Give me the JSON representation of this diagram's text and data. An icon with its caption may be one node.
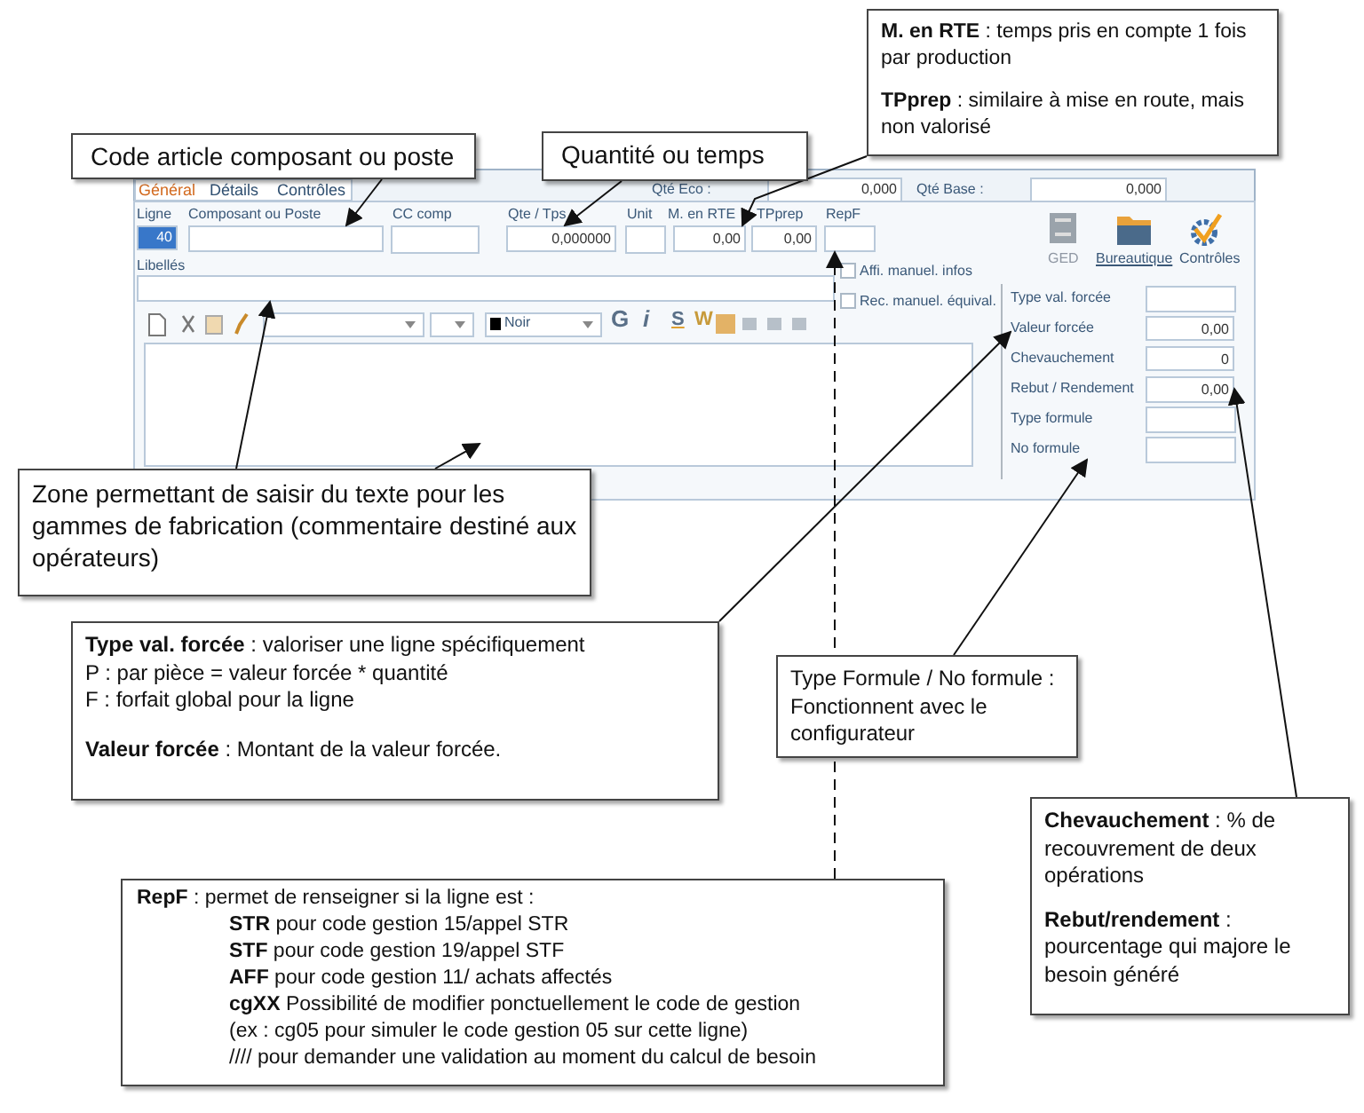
{
  "diagram": {
    "nodes": [
      {
        "text": [
          "Code article composant ou poste"
        ]
      },
      {
        "text": [
          "Quantité ou temps"
        ]
      },
      {
        "text": [
          "**M. en RTE** : temps pris en compte 1 fois par production",
          "**TPprep** : similaire à mise en route, mais non valorisé"
        ]
      },
      {
        "text": [
          "Zone permettant de saisir du texte pour les gammes de fabrication (commentaire destiné aux opérateurs)"
        ]
      },
      {
        "text": [
          "**Type val. forcée** : valoriser une ligne spécifiquement",
          "P : par pièce = valeur forcée * quantité",
          "F : forfait global pour la ligne",
          "**Valeur forcée** : Montant de la valeur forcée."
        ]
      },
      {
        "text": [
          "Type Formule / No formule : Fonctionnent avec le configurateur"
        ]
      },
      {
        "text": [
          "**Chevauchement** : % de recouvrement de deux opérations",
          "**Rebut/rendement** : pourcentage qui majore le besoin généré"
        ]
      },
      {
        "text": [
          "**RepF** : permet de renseigner si la ligne est :",
          "**STR** pour code gestion 15/appel STR",
          "**STF** pour code gestion 19/appel STF",
          "**AFF** pour code gestion 11/ achats affectés",
          "**cgXX** Possibilité de modifier ponctuellement le code de gestion",
          "(ex :  cg05 pour simuler le code gestion 05 sur cette ligne)",
          "//// pour demander une validation au moment du calcul de besoin"
        ]
      },
      {
        "text": [],
        "shape": "box"
      },
      {
        "text": [
          "0,000000"
        ]
      },
      {
        "text": [
          "0,00"
        ]
      },
      {
        "text": [],
        "shape": "box"
      },
      {
        "text": [],
        "shape": "box"
      },
      {
        "text": [
          "Valeur forcée"
        ]
      },
      {
        "text": [
          "No formule"
        ]
      },
      {
        "text": [
          "0,00"
        ]
      },
      {
        "text": [],
        "shape": "box"
      },
      {
        "text": [
          "0,00"
        ]
      },
      {
        "text": [
          "0,00"
        ]
      },
      {
        "text": [
          "0"
        ]
      }
    ],
    "edges": [
      {
        "from": 0,
        "to": 8,
        "arrow": "to"
      },
      {
        "from": 1,
        "to": 9,
        "arrow": "to"
      },
      {
        "from": 2,
        "to": 10,
        "arrow": "to"
      },
      {
        "from": 3,
        "to": 11,
        "arrow": "to"
      },
      {
        "from": 3,
        "to": 12,
        "arrow": "to"
      },
      {
        "from": 4,
        "to": 13,
        "arrow": "to"
      },
      {
        "from": 5,
        "to": 14,
        "arrow": "to"
      },
      {
        "from": 6,
        "to": 15,
        "arrow": "to"
      },
      {
        "from": 7,
        "to": 16,
        "arrow": "to",
        "style": "dashed"
      }
    ],
    "labels": [
      "Général",
      "Détails",
      "Contrôles",
      "Qté Eco :",
      "0,000",
      "Qté Base :",
      "0,000",
      "Ligne",
      "Composant ou Poste",
      "CC comp",
      "Qte / Tps",
      "Unit",
      "M. en RTE",
      "TPprep",
      "RepF",
      "40",
      "GED",
      "Bureautique",
      "Contrôles",
      "Libellés",
      "Affi. manuel. infos",
      "Rec. manuel. équival.",
      "Type val. forcée",
      "Noir",
      "G",
      "i",
      "S",
      "W",
      "Chevauchement",
      "Rebut / Rendement",
      "Type formule"
    ]
  }
}
